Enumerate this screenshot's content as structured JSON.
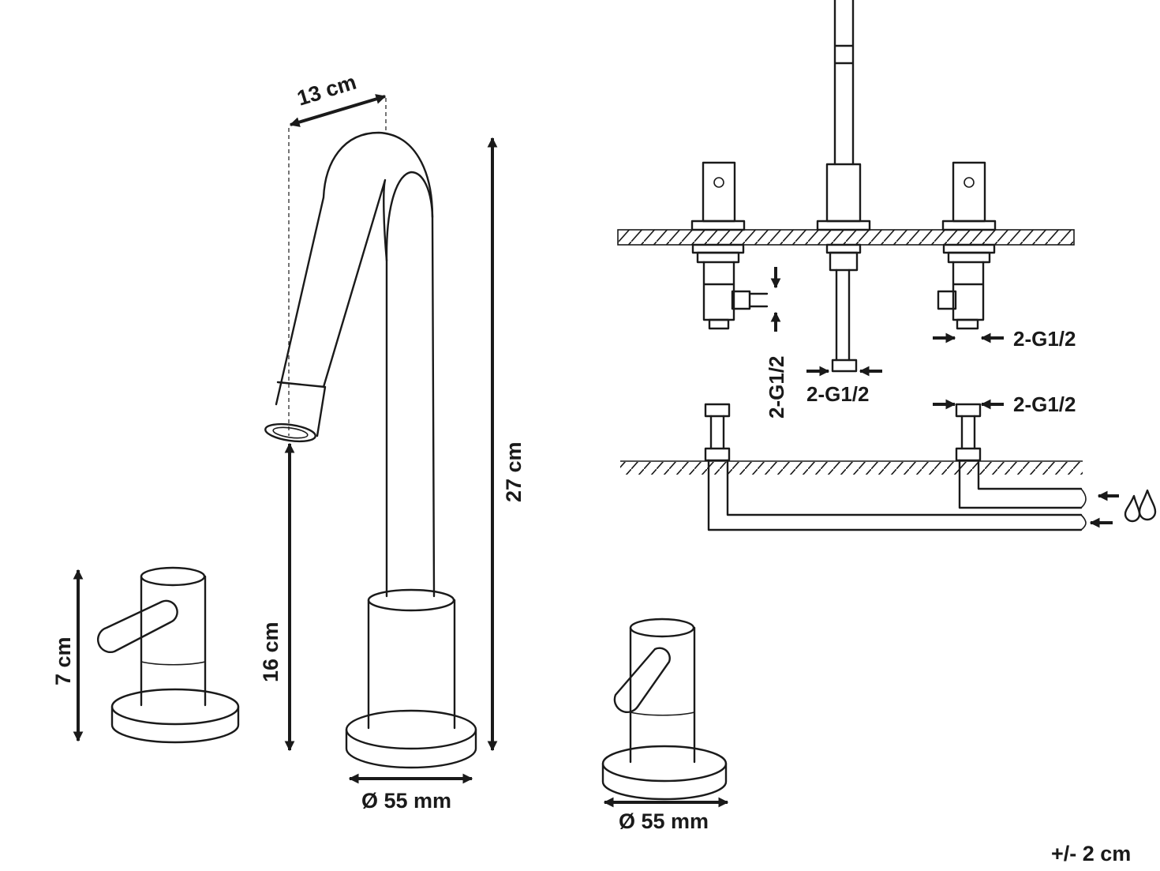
{
  "dimensions": {
    "spout_reach": "13 cm",
    "total_height": "27 cm",
    "spout_height": "16 cm",
    "handle_height": "7 cm",
    "tap_base_diameter": "Ø 55 mm",
    "handle_base_diameter": "Ø 55 mm"
  },
  "connections": {
    "left_valve": "2-G1/2",
    "center_outlet": "2-G1/2",
    "right_valve": "2-G1/2",
    "supply_pipe": "2-G1/2"
  },
  "tolerance": "+/- 2 cm",
  "icons": {
    "water": "water-drops-icon"
  }
}
